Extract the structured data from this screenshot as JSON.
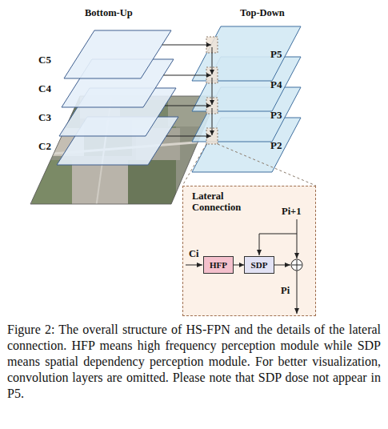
{
  "diagram": {
    "caption": "Figure 2: The overall structure of HS-FPN and the details of the lateral connection. HFP means high frequency perception module while SDP means spatial dependency perception module. For better visualization, convolution layers are omitted. Please note that SDP dose not appear in P5.",
    "nodes": [
      {
        "text": [
          "C5"
        ]
      },
      {
        "text": [
          "C4"
        ]
      },
      {
        "text": [
          "C3"
        ]
      },
      {
        "text": [
          "C2"
        ]
      },
      {
        "text": [
          "P5"
        ]
      },
      {
        "text": [
          "P4"
        ]
      },
      {
        "text": [
          "P3"
        ]
      },
      {
        "text": [
          "P2"
        ]
      },
      {
        "text": [
          "Lateral Connection"
        ]
      },
      {
        "text": [
          "HFP"
        ],
        "in": 8
      },
      {
        "text": [
          "SDP"
        ],
        "in": 8
      }
    ],
    "edges": [
      {
        "from": 0,
        "to": 4,
        "arrow": "to"
      },
      {
        "from": 1,
        "to": 5,
        "arrow": "to"
      },
      {
        "from": 2,
        "to": 6,
        "arrow": "to"
      },
      {
        "from": 3,
        "to": 7,
        "arrow": "to"
      },
      {
        "from": 4,
        "to": 5,
        "arrow": "to"
      },
      {
        "from": 5,
        "to": 6,
        "arrow": "to"
      },
      {
        "from": 6,
        "to": 7,
        "arrow": "to"
      },
      {
        "from": 9,
        "to": 10,
        "arrow": "to"
      }
    ],
    "labels": [
      "Bottom-Up",
      "Top-Down",
      "Ci",
      "Pi+1",
      "Pi"
    ]
  }
}
